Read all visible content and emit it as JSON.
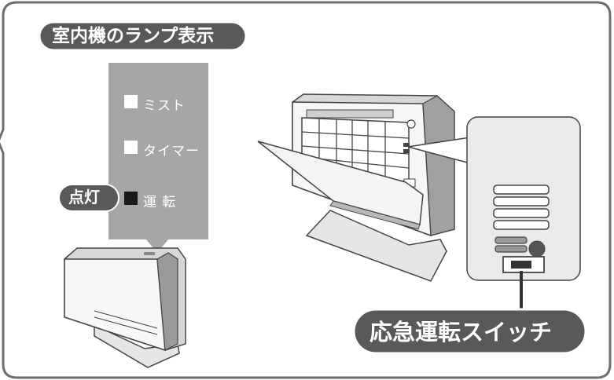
{
  "title": "室内機のランプ表示",
  "lamps": [
    {
      "label": "ミスト",
      "state": "off"
    },
    {
      "label": "タイマー",
      "state": "off"
    },
    {
      "label": "運 転",
      "state": "on"
    }
  ],
  "lit_badge": "点灯",
  "switch_label": "応急運転スイッチ",
  "colors": {
    "frame": "#6e6e6e",
    "pill": "#595959",
    "panel": "#a6a6a6",
    "lamp_off": "#ffffff",
    "lamp_on": "#1a1a1a",
    "device_body": "#f4f4f4",
    "device_side": "#cfcfcf",
    "detail_box": "#eaeaea"
  }
}
